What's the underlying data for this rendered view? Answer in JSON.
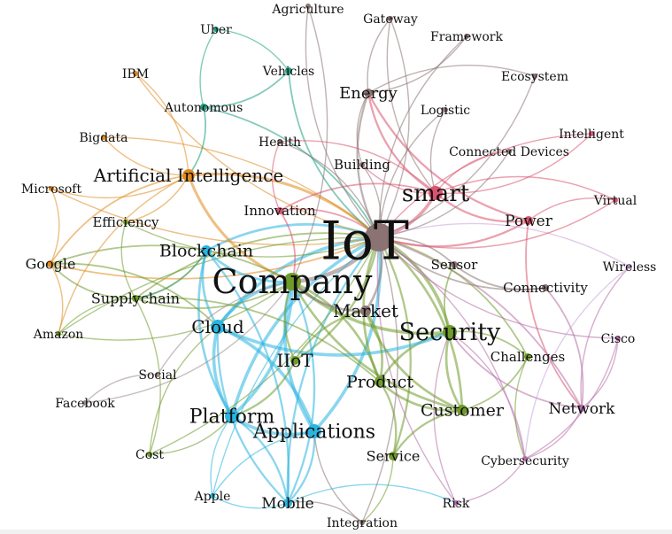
{
  "colors": {
    "iot": "#8b7373",
    "smart": "#d9546e",
    "security": "#6f9b2a",
    "company": "#6f9b2a",
    "cloud": "#2ab4e0",
    "ai": "#e08a1e",
    "teal": "#1f9e82",
    "network": "#b46ea6",
    "gray": "#9a8a8a",
    "wireless": "#c9a0d8"
  },
  "nodes": [
    {
      "id": "iot",
      "label": "IoT",
      "color": "iot"
    },
    {
      "id": "company",
      "label": "Company",
      "color": "company"
    },
    {
      "id": "smart",
      "label": "smart",
      "color": "smart"
    },
    {
      "id": "security",
      "label": "Security",
      "color": "security"
    },
    {
      "id": "applications",
      "label": "Applications",
      "color": "cloud"
    },
    {
      "id": "platform",
      "label": "Platform",
      "color": "cloud"
    },
    {
      "id": "ai",
      "label": "Artificial Intelligence",
      "color": "ai"
    },
    {
      "id": "market",
      "label": "Market",
      "color": "iot"
    },
    {
      "id": "cloud",
      "label": "Cloud",
      "color": "cloud"
    },
    {
      "id": "iiot",
      "label": "IIoT",
      "color": "company"
    },
    {
      "id": "product",
      "label": "Product",
      "color": "company"
    },
    {
      "id": "customer",
      "label": "Customer",
      "color": "company"
    },
    {
      "id": "blockchain",
      "label": "Blockchain",
      "color": "cloud"
    },
    {
      "id": "energy",
      "label": "Energy",
      "color": "iot"
    },
    {
      "id": "power",
      "label": "Power",
      "color": "smart"
    },
    {
      "id": "network",
      "label": "Network",
      "color": "network"
    },
    {
      "id": "mobile",
      "label": "Mobile",
      "color": "cloud"
    },
    {
      "id": "service",
      "label": "Service",
      "color": "company"
    },
    {
      "id": "supplychain",
      "label": "Supplychain",
      "color": "company"
    },
    {
      "id": "google",
      "label": "Google",
      "color": "ai"
    },
    {
      "id": "innovation",
      "label": "Innovation",
      "color": "smart"
    },
    {
      "id": "sensor",
      "label": "Sensor",
      "color": "iot"
    },
    {
      "id": "connectivity",
      "label": "Connectivity",
      "color": "iot"
    },
    {
      "id": "challenges",
      "label": "Challenges",
      "color": "company"
    },
    {
      "id": "building",
      "label": "Building",
      "color": "iot"
    },
    {
      "id": "efficiency",
      "label": "Efficiency",
      "color": "company"
    },
    {
      "id": "autonomous",
      "label": "Autonomous",
      "color": "teal"
    },
    {
      "id": "vehicles",
      "label": "Vehicles",
      "color": "teal"
    },
    {
      "id": "health",
      "label": "Health",
      "color": "iot"
    },
    {
      "id": "uber",
      "label": "Uber",
      "color": "teal"
    },
    {
      "id": "ibm",
      "label": "IBM",
      "color": "ai"
    },
    {
      "id": "bigdata",
      "label": "Bigdata",
      "color": "ai"
    },
    {
      "id": "microsoft",
      "label": "Microsoft",
      "color": "ai"
    },
    {
      "id": "amazon",
      "label": "Amazon",
      "color": "company"
    },
    {
      "id": "social",
      "label": "Social",
      "color": "gray"
    },
    {
      "id": "facebook",
      "label": "Facebook",
      "color": "gray"
    },
    {
      "id": "cost",
      "label": "Cost",
      "color": "company"
    },
    {
      "id": "apple",
      "label": "Apple",
      "color": "cloud"
    },
    {
      "id": "integration",
      "label": "Integration",
      "color": "iot"
    },
    {
      "id": "risk",
      "label": "Risk",
      "color": "network"
    },
    {
      "id": "cybersecurity",
      "label": "Cybersecurity",
      "color": "network"
    },
    {
      "id": "cisco",
      "label": "Cisco",
      "color": "network"
    },
    {
      "id": "wireless",
      "label": "Wireless",
      "color": "wireless"
    },
    {
      "id": "virtual",
      "label": "Virtual",
      "color": "smart"
    },
    {
      "id": "intelligent",
      "label": "Intelligent",
      "color": "smart"
    },
    {
      "id": "connected_devices",
      "label": "Connected Devices",
      "color": "iot"
    },
    {
      "id": "logistic",
      "label": "Logistic",
      "color": "iot"
    },
    {
      "id": "ecosystem",
      "label": "Ecosystem",
      "color": "iot"
    },
    {
      "id": "framework",
      "label": "Framework",
      "color": "iot"
    },
    {
      "id": "gateway",
      "label": "Gateway",
      "color": "iot"
    },
    {
      "id": "agriculture",
      "label": "Agriculture",
      "color": "iot"
    }
  ],
  "edges": [
    [
      "iot",
      "company",
      "iot"
    ],
    [
      "iot",
      "smart",
      "smart"
    ],
    [
      "iot",
      "security",
      "security"
    ],
    [
      "iot",
      "ai",
      "ai"
    ],
    [
      "iot",
      "applications",
      "cloud"
    ],
    [
      "iot",
      "platform",
      "cloud"
    ],
    [
      "iot",
      "market",
      "iot"
    ],
    [
      "iot",
      "cloud",
      "cloud"
    ],
    [
      "iot",
      "iiot",
      "company"
    ],
    [
      "iot",
      "product",
      "company"
    ],
    [
      "iot",
      "customer",
      "security"
    ],
    [
      "iot",
      "blockchain",
      "cloud"
    ],
    [
      "iot",
      "energy",
      "iot"
    ],
    [
      "iot",
      "power",
      "smart"
    ],
    [
      "iot",
      "network",
      "network"
    ],
    [
      "iot",
      "mobile",
      "cloud"
    ],
    [
      "iot",
      "service",
      "company"
    ],
    [
      "iot",
      "supplychain",
      "company"
    ],
    [
      "iot",
      "google",
      "ai"
    ],
    [
      "iot",
      "innovation",
      "smart"
    ],
    [
      "iot",
      "sensor",
      "iot"
    ],
    [
      "iot",
      "connectivity",
      "iot"
    ],
    [
      "iot",
      "challenges",
      "security"
    ],
    [
      "iot",
      "building",
      "iot"
    ],
    [
      "iot",
      "efficiency",
      "company"
    ],
    [
      "iot",
      "autonomous",
      "teal"
    ],
    [
      "iot",
      "vehicles",
      "teal"
    ],
    [
      "iot",
      "health",
      "iot"
    ],
    [
      "iot",
      "ibm",
      "ai"
    ],
    [
      "iot",
      "bigdata",
      "ai"
    ],
    [
      "iot",
      "microsoft",
      "ai"
    ],
    [
      "iot",
      "amazon",
      "company"
    ],
    [
      "iot",
      "cost",
      "company"
    ],
    [
      "iot",
      "apple",
      "cloud"
    ],
    [
      "iot",
      "integration",
      "iot"
    ],
    [
      "iot",
      "risk",
      "network"
    ],
    [
      "iot",
      "cybersecurity",
      "network"
    ],
    [
      "iot",
      "cisco",
      "network"
    ],
    [
      "iot",
      "wireless",
      "wireless"
    ],
    [
      "iot",
      "virtual",
      "smart"
    ],
    [
      "iot",
      "intelligent",
      "smart"
    ],
    [
      "iot",
      "connected_devices",
      "iot"
    ],
    [
      "iot",
      "logistic",
      "iot"
    ],
    [
      "iot",
      "ecosystem",
      "iot"
    ],
    [
      "iot",
      "framework",
      "iot"
    ],
    [
      "iot",
      "gateway",
      "iot"
    ],
    [
      "iot",
      "agriculture",
      "iot"
    ],
    [
      "company",
      "cloud",
      "cloud"
    ],
    [
      "company",
      "platform",
      "cloud"
    ],
    [
      "company",
      "applications",
      "cloud"
    ],
    [
      "company",
      "blockchain",
      "cloud"
    ],
    [
      "company",
      "security",
      "company"
    ],
    [
      "company",
      "supplychain",
      "company"
    ],
    [
      "company",
      "iiot",
      "company"
    ],
    [
      "company",
      "product",
      "company"
    ],
    [
      "company",
      "customer",
      "company"
    ],
    [
      "company",
      "ai",
      "ai"
    ],
    [
      "company",
      "google",
      "company"
    ],
    [
      "company",
      "amazon",
      "company"
    ],
    [
      "company",
      "market",
      "iot"
    ],
    [
      "company",
      "mobile",
      "cloud"
    ],
    [
      "smart",
      "power",
      "smart"
    ],
    [
      "smart",
      "energy",
      "smart"
    ],
    [
      "smart",
      "innovation",
      "smart"
    ],
    [
      "smart",
      "building",
      "smart"
    ],
    [
      "smart",
      "intelligent",
      "smart"
    ],
    [
      "smart",
      "virtual",
      "smart"
    ],
    [
      "smart",
      "health",
      "smart"
    ],
    [
      "smart",
      "connected_devices",
      "smart"
    ],
    [
      "security",
      "customer",
      "company"
    ],
    [
      "security",
      "challenges",
      "company"
    ],
    [
      "security",
      "network",
      "network"
    ],
    [
      "security",
      "cybersecurity",
      "network"
    ],
    [
      "security",
      "risk",
      "network"
    ],
    [
      "security",
      "sensor",
      "company"
    ],
    [
      "security",
      "product",
      "company"
    ],
    [
      "security",
      "cloud",
      "cloud"
    ],
    [
      "cloud",
      "platform",
      "cloud"
    ],
    [
      "cloud",
      "applications",
      "cloud"
    ],
    [
      "cloud",
      "mobile",
      "cloud"
    ],
    [
      "cloud",
      "blockchain",
      "cloud"
    ],
    [
      "platform",
      "applications",
      "cloud"
    ],
    [
      "platform",
      "mobile",
      "cloud"
    ],
    [
      "platform",
      "apple",
      "cloud"
    ],
    [
      "applications",
      "mobile",
      "cloud"
    ],
    [
      "applications",
      "apple",
      "cloud"
    ],
    [
      "blockchain",
      "supplychain",
      "cloud"
    ],
    [
      "blockchain",
      "platform",
      "cloud"
    ],
    [
      "blockchain",
      "mobile",
      "cloud"
    ],
    [
      "ai",
      "google",
      "ai"
    ],
    [
      "ai",
      "microsoft",
      "ai"
    ],
    [
      "ai",
      "ibm",
      "ai"
    ],
    [
      "ai",
      "bigdata",
      "ai"
    ],
    [
      "ai",
      "amazon",
      "ai"
    ],
    [
      "ai",
      "efficiency",
      "ai"
    ],
    [
      "google",
      "microsoft",
      "ai"
    ],
    [
      "google",
      "amazon",
      "ai"
    ],
    [
      "google",
      "supplychain",
      "company"
    ],
    [
      "google",
      "cloud",
      "company"
    ],
    [
      "supplychain",
      "blockchain",
      "company"
    ],
    [
      "supplychain",
      "cost",
      "company"
    ],
    [
      "supplychain",
      "amazon",
      "company"
    ],
    [
      "supplychain",
      "product",
      "company"
    ],
    [
      "autonomous",
      "vehicles",
      "teal"
    ],
    [
      "autonomous",
      "uber",
      "teal"
    ],
    [
      "vehicles",
      "uber",
      "teal"
    ],
    [
      "autonomous",
      "ai",
      "teal"
    ],
    [
      "social",
      "facebook",
      "gray"
    ],
    [
      "social",
      "company",
      "gray"
    ],
    [
      "facebook",
      "company",
      "gray"
    ],
    [
      "network",
      "wireless",
      "network"
    ],
    [
      "network",
      "cisco",
      "network"
    ],
    [
      "network",
      "cybersecurity",
      "network"
    ],
    [
      "network",
      "connectivity",
      "network"
    ],
    [
      "power",
      "virtual",
      "smart"
    ],
    [
      "power",
      "network",
      "smart"
    ],
    [
      "power",
      "energy",
      "smart"
    ],
    [
      "energy",
      "building",
      "iot"
    ],
    [
      "energy",
      "gateway",
      "iot"
    ],
    [
      "energy",
      "framework",
      "iot"
    ],
    [
      "energy",
      "ecosystem",
      "iot"
    ],
    [
      "customer",
      "service",
      "company"
    ],
    [
      "customer",
      "product",
      "company"
    ],
    [
      "customer",
      "challenges",
      "company"
    ],
    [
      "customer",
      "market",
      "company"
    ],
    [
      "product",
      "market",
      "company"
    ],
    [
      "product",
      "service",
      "company"
    ],
    [
      "market",
      "iiot",
      "company"
    ],
    [
      "iiot",
      "platform",
      "company"
    ],
    [
      "integration",
      "mobile",
      "iot"
    ],
    [
      "integration",
      "applications",
      "iot"
    ],
    [
      "cost",
      "platform",
      "company"
    ],
    [
      "cost",
      "cloud",
      "company"
    ],
    [
      "risk",
      "cybersecurity",
      "network"
    ],
    [
      "mobile",
      "apple",
      "cloud"
    ],
    [
      "health",
      "innovation",
      "smart"
    ],
    [
      "innovation",
      "company",
      "smart"
    ],
    [
      "wireless",
      "cybersecurity",
      "wireless"
    ],
    [
      "cisco",
      "cybersecurity",
      "network"
    ],
    [
      "efficiency",
      "supplychain",
      "company"
    ],
    [
      "connectivity",
      "sensor",
      "iot"
    ],
    [
      "logistic",
      "smart",
      "iot"
    ],
    [
      "agriculture",
      "company",
      "iot"
    ],
    [
      "gateway",
      "smart",
      "iot"
    ],
    [
      "service",
      "integration",
      "company"
    ],
    [
      "challenges",
      "cybersecurity",
      "company"
    ],
    [
      "mobile",
      "risk",
      "cloud"
    ]
  ]
}
